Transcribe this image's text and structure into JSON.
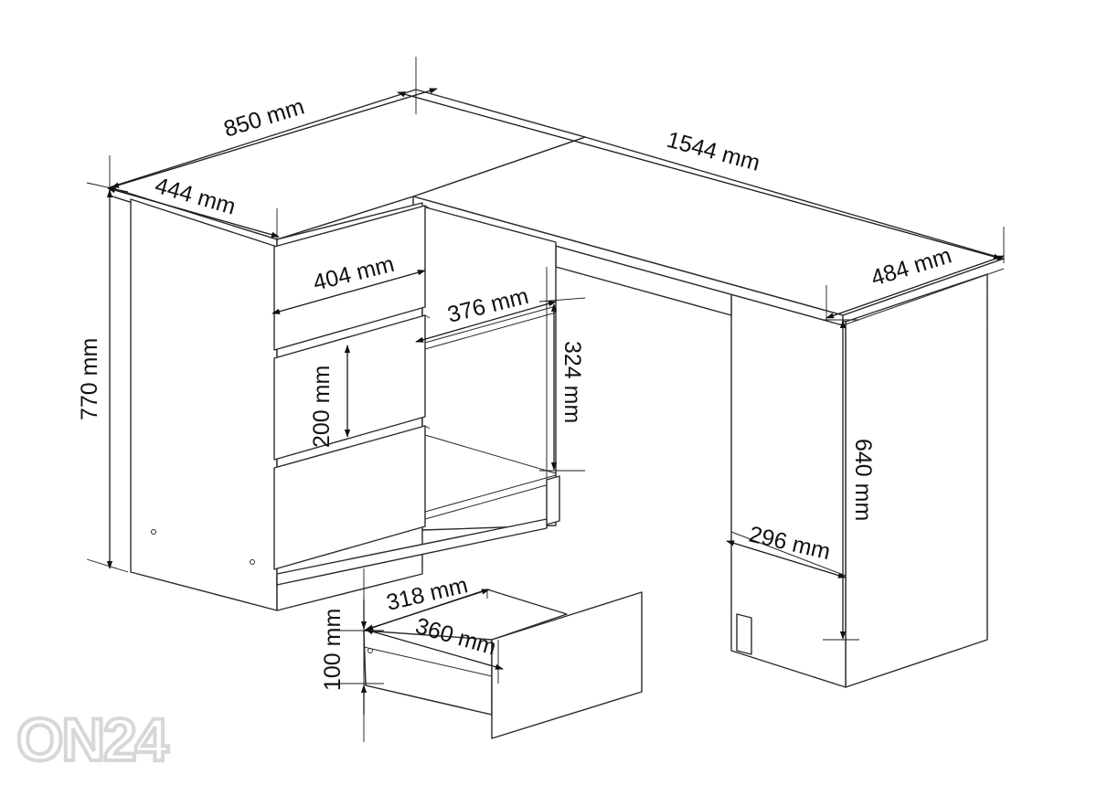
{
  "dimensions": {
    "total_depth_left": "850 mm",
    "total_length": "1544 mm",
    "cabinet_width": "444 mm",
    "right_depth": "484 mm",
    "drawer_front_width": "404 mm",
    "shelf_width": "376 mm",
    "drawer_height": "200 mm",
    "shelf_gap_height": "324 mm",
    "total_height": "770 mm",
    "leg_height": "640 mm",
    "panel_width": "296 mm",
    "drawer_inner_width": "318 mm",
    "drawer_depth": "360 mm",
    "drawer_box_height": "100 mm"
  },
  "watermark": "ON24"
}
